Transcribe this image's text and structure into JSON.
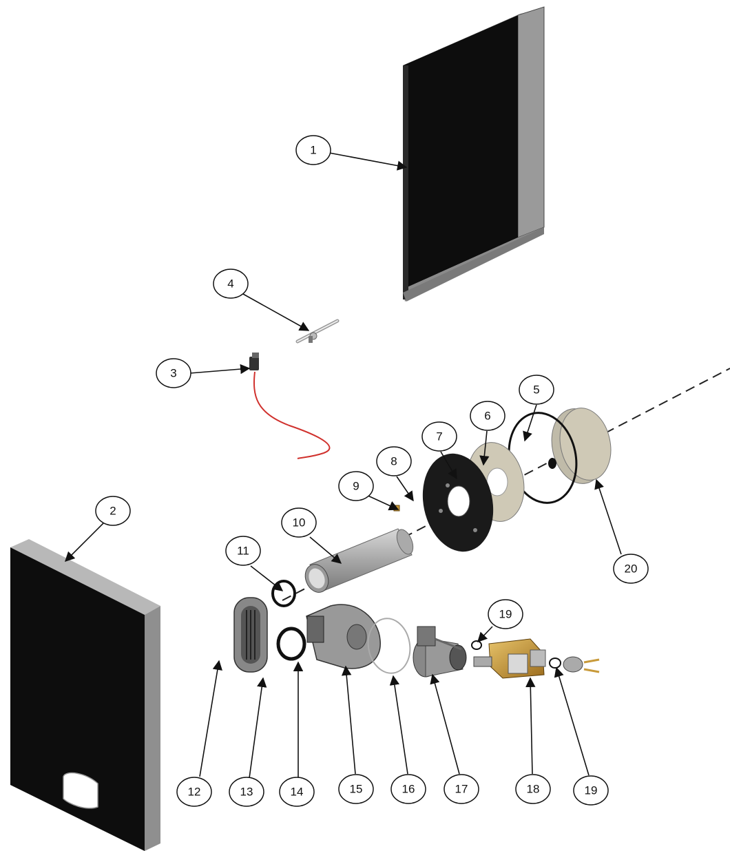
{
  "diagram": {
    "type": "exploded-parts-view",
    "callouts": [
      {
        "id": "c1",
        "label": "1"
      },
      {
        "id": "c2",
        "label": "2"
      },
      {
        "id": "c3",
        "label": "3"
      },
      {
        "id": "c4",
        "label": "4"
      },
      {
        "id": "c5",
        "label": "5"
      },
      {
        "id": "c6",
        "label": "6"
      },
      {
        "id": "c7",
        "label": "7"
      },
      {
        "id": "c8",
        "label": "8"
      },
      {
        "id": "c9",
        "label": "9"
      },
      {
        "id": "c10",
        "label": "10"
      },
      {
        "id": "c11",
        "label": "11"
      },
      {
        "id": "c12",
        "label": "12"
      },
      {
        "id": "c13",
        "label": "13"
      },
      {
        "id": "c14",
        "label": "14"
      },
      {
        "id": "c15",
        "label": "15"
      },
      {
        "id": "c16",
        "label": "16"
      },
      {
        "id": "c17",
        "label": "17"
      },
      {
        "id": "c18",
        "label": "18"
      },
      {
        "id": "c19a",
        "label": "19"
      },
      {
        "id": "c19b",
        "label": "19"
      },
      {
        "id": "c20",
        "label": "20"
      }
    ],
    "colors": {
      "panel_face": "#0d0d0d",
      "panel_edge": "#9a9a9a",
      "panel_edge_dark": "#6f6f6f",
      "wire": "#d0312d",
      "brass": "#c89a3a",
      "gasket": "#cfc9b6",
      "metal": "#a9a9a9",
      "line": "#111111"
    }
  }
}
